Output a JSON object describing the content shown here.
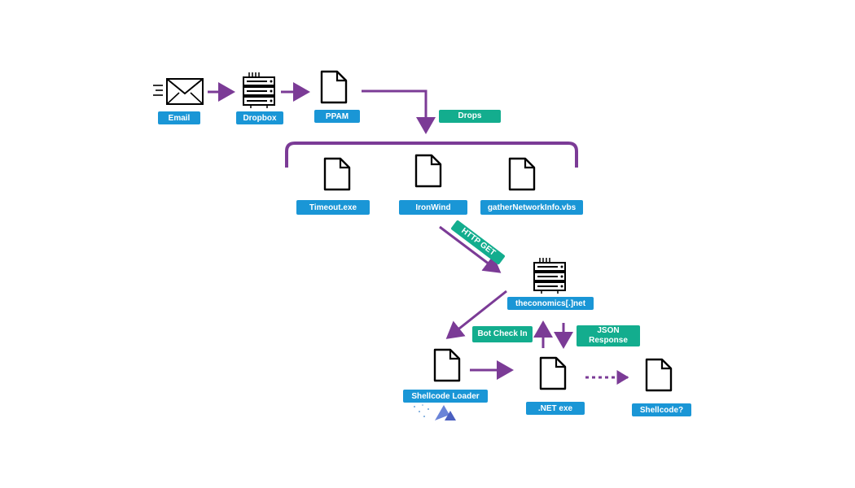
{
  "colors": {
    "arrow": "#7b3b96",
    "node_label_bg": "#1a96d6",
    "edge_label_bg": "#13ad8e",
    "icon_stroke": "#000000"
  },
  "nodes": {
    "email": {
      "label": "Email",
      "icon": "envelope-icon"
    },
    "dropbox": {
      "label": "Dropbox",
      "icon": "server-icon"
    },
    "ppam": {
      "label": "PPAM",
      "icon": "file-icon"
    },
    "timeout": {
      "label": "Timeout.exe",
      "icon": "file-icon"
    },
    "ironwind": {
      "label": "IronWind",
      "icon": "file-icon"
    },
    "gather": {
      "label": "gatherNetworkInfo.vbs",
      "icon": "file-icon"
    },
    "server": {
      "label": "theconomics[.]net",
      "icon": "server-icon"
    },
    "loader": {
      "label": "Shellcode Loader",
      "icon": "file-icon"
    },
    "netexe": {
      "label": ".NET exe",
      "icon": "file-icon"
    },
    "shellcode": {
      "label": "Shellcode?",
      "icon": "file-icon"
    }
  },
  "edges": {
    "drops": "Drops",
    "http_get": "HTTP GET",
    "bot_check_in": "Bot Check In",
    "json_response": "JSON Response"
  }
}
